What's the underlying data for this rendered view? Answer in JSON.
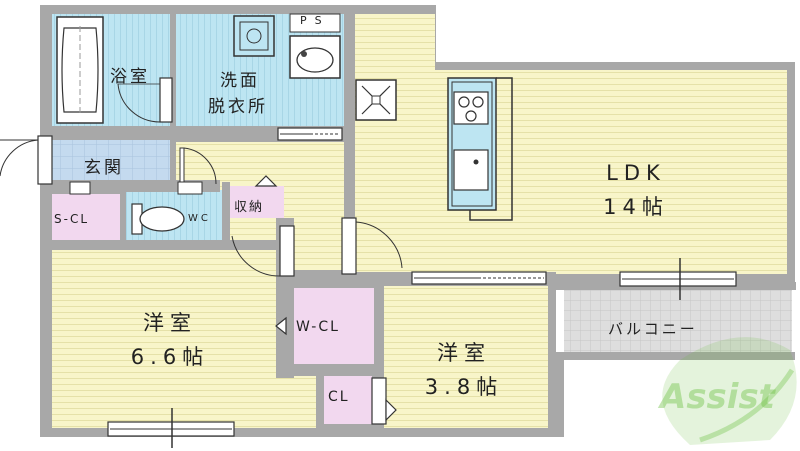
{
  "rooms": {
    "bath": "浴室",
    "washroom_line1": "洗面",
    "washroom_line2": "脱衣所",
    "ps": "PS",
    "entrance": "玄関",
    "shoe_closet": "S-CL",
    "toilet": "WC",
    "storage": "収納",
    "ldk_name": "LDK",
    "ldk_size": "14帖",
    "western1_name": "洋室",
    "western1_size": "6.6帖",
    "walkin_closet": "W-CL",
    "western2_name": "洋室",
    "western2_size": "3.8帖",
    "closet": "CL",
    "balcony": "バルコニー"
  },
  "logo": {
    "text": "Assist"
  },
  "colors": {
    "wall": "#a8a8a8",
    "ldk_floor": "#f8f5c9",
    "wet_area": "#bde5f2",
    "storage": "#f2d8ef",
    "entrance": "#c4daef",
    "balcony": "#dedede",
    "logo_green": "#6abf3f"
  }
}
